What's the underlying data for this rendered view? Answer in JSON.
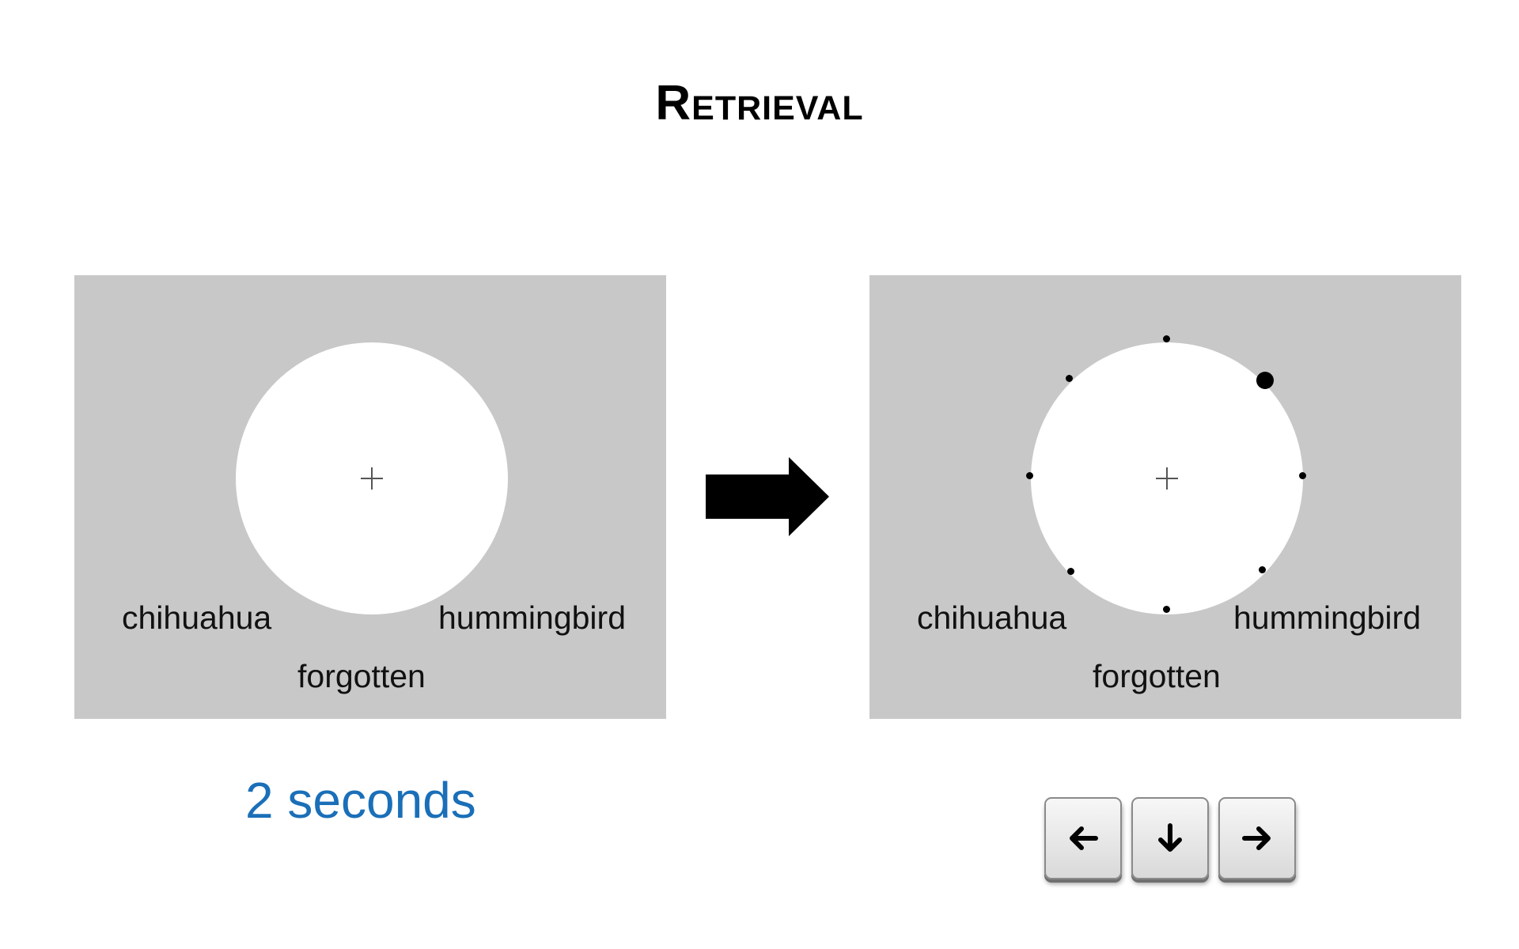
{
  "title": "Retrieval",
  "left_panel": {
    "words": {
      "left": "chihuahua",
      "right": "hummingbird",
      "bottom": "forgotten"
    }
  },
  "right_panel": {
    "words": {
      "left": "chihuahua",
      "right": "hummingbird",
      "bottom": "forgotten"
    }
  },
  "caption": "2 seconds",
  "keys": [
    {
      "icon": "left-arrow-icon"
    },
    {
      "icon": "down-arrow-icon"
    },
    {
      "icon": "right-arrow-icon"
    }
  ],
  "colors": {
    "panel_bg": "#c8c8c8",
    "caption": "#1a6fb8"
  }
}
